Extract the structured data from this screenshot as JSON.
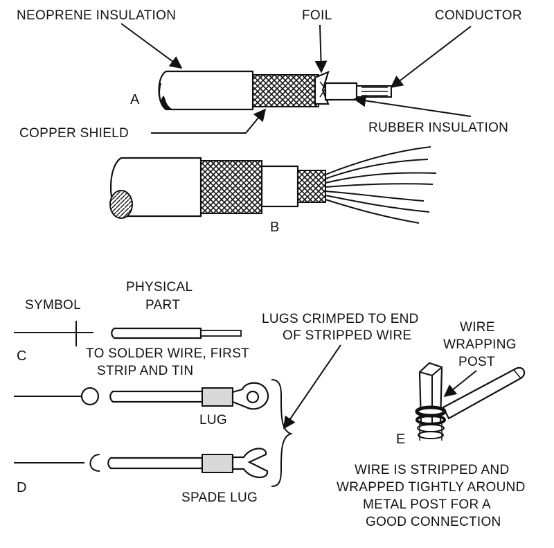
{
  "labels": {
    "neoprene": "NEOPRENE INSULATION",
    "foil": "FOIL",
    "conductor": "CONDUCTOR",
    "copper_shield": "COPPER SHIELD",
    "rubber": "RUBBER INSULATION",
    "letter_a": "A",
    "letter_b": "B",
    "letter_c": "C",
    "letter_d": "D",
    "letter_e": "E",
    "symbol": "SYMBOL",
    "physical_line1": "PHYSICAL",
    "physical_line2": "PART",
    "lugs_line1": "LUGS CRIMPED TO END",
    "lugs_line2": "OF STRIPPED WIRE",
    "solder_line1": "TO SOLDER WIRE, FIRST",
    "solder_line2": "STRIP AND TIN",
    "lug": "LUG",
    "spade_lug": "SPADE LUG",
    "post_line1": "WIRE",
    "post_line2": "WRAPPING",
    "post_line3": "POST",
    "wrap_line1": "WIRE IS STRIPPED AND",
    "wrap_line2": "WRAPPED TIGHTLY AROUND",
    "wrap_line3": "METAL POST FOR A",
    "wrap_line4": "GOOD CONNECTION"
  },
  "colors": {
    "ink": "#111111",
    "paper": "#ffffff",
    "lug_fill": "#d9d9d9"
  }
}
